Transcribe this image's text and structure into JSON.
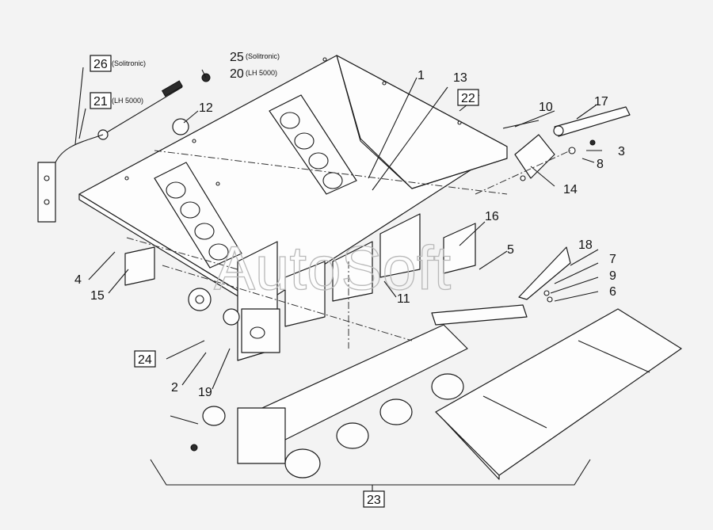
{
  "callouts": {
    "c1": "1",
    "c2": "2",
    "c3": "3",
    "c4": "4",
    "c5": "5",
    "c6": "6",
    "c7": "7",
    "c8": "8",
    "c9": "9",
    "c10": "10",
    "c11": "11",
    "c12": "12",
    "c13": "13",
    "c14": "14",
    "c15": "15",
    "c16": "16",
    "c17": "17",
    "c18": "18",
    "c19": "19",
    "c20": "20",
    "c21": "21",
    "c22": "22",
    "c23": "23",
    "c24": "24",
    "c25": "25",
    "c26": "26"
  },
  "notes": {
    "solitronic_26": "(Solitronic)",
    "solitronic_25": "(Solitronic)",
    "lh5000_20": "(LH 5000)",
    "lh5000_21": "(LH 5000)"
  },
  "watermark": "AutoSoft"
}
